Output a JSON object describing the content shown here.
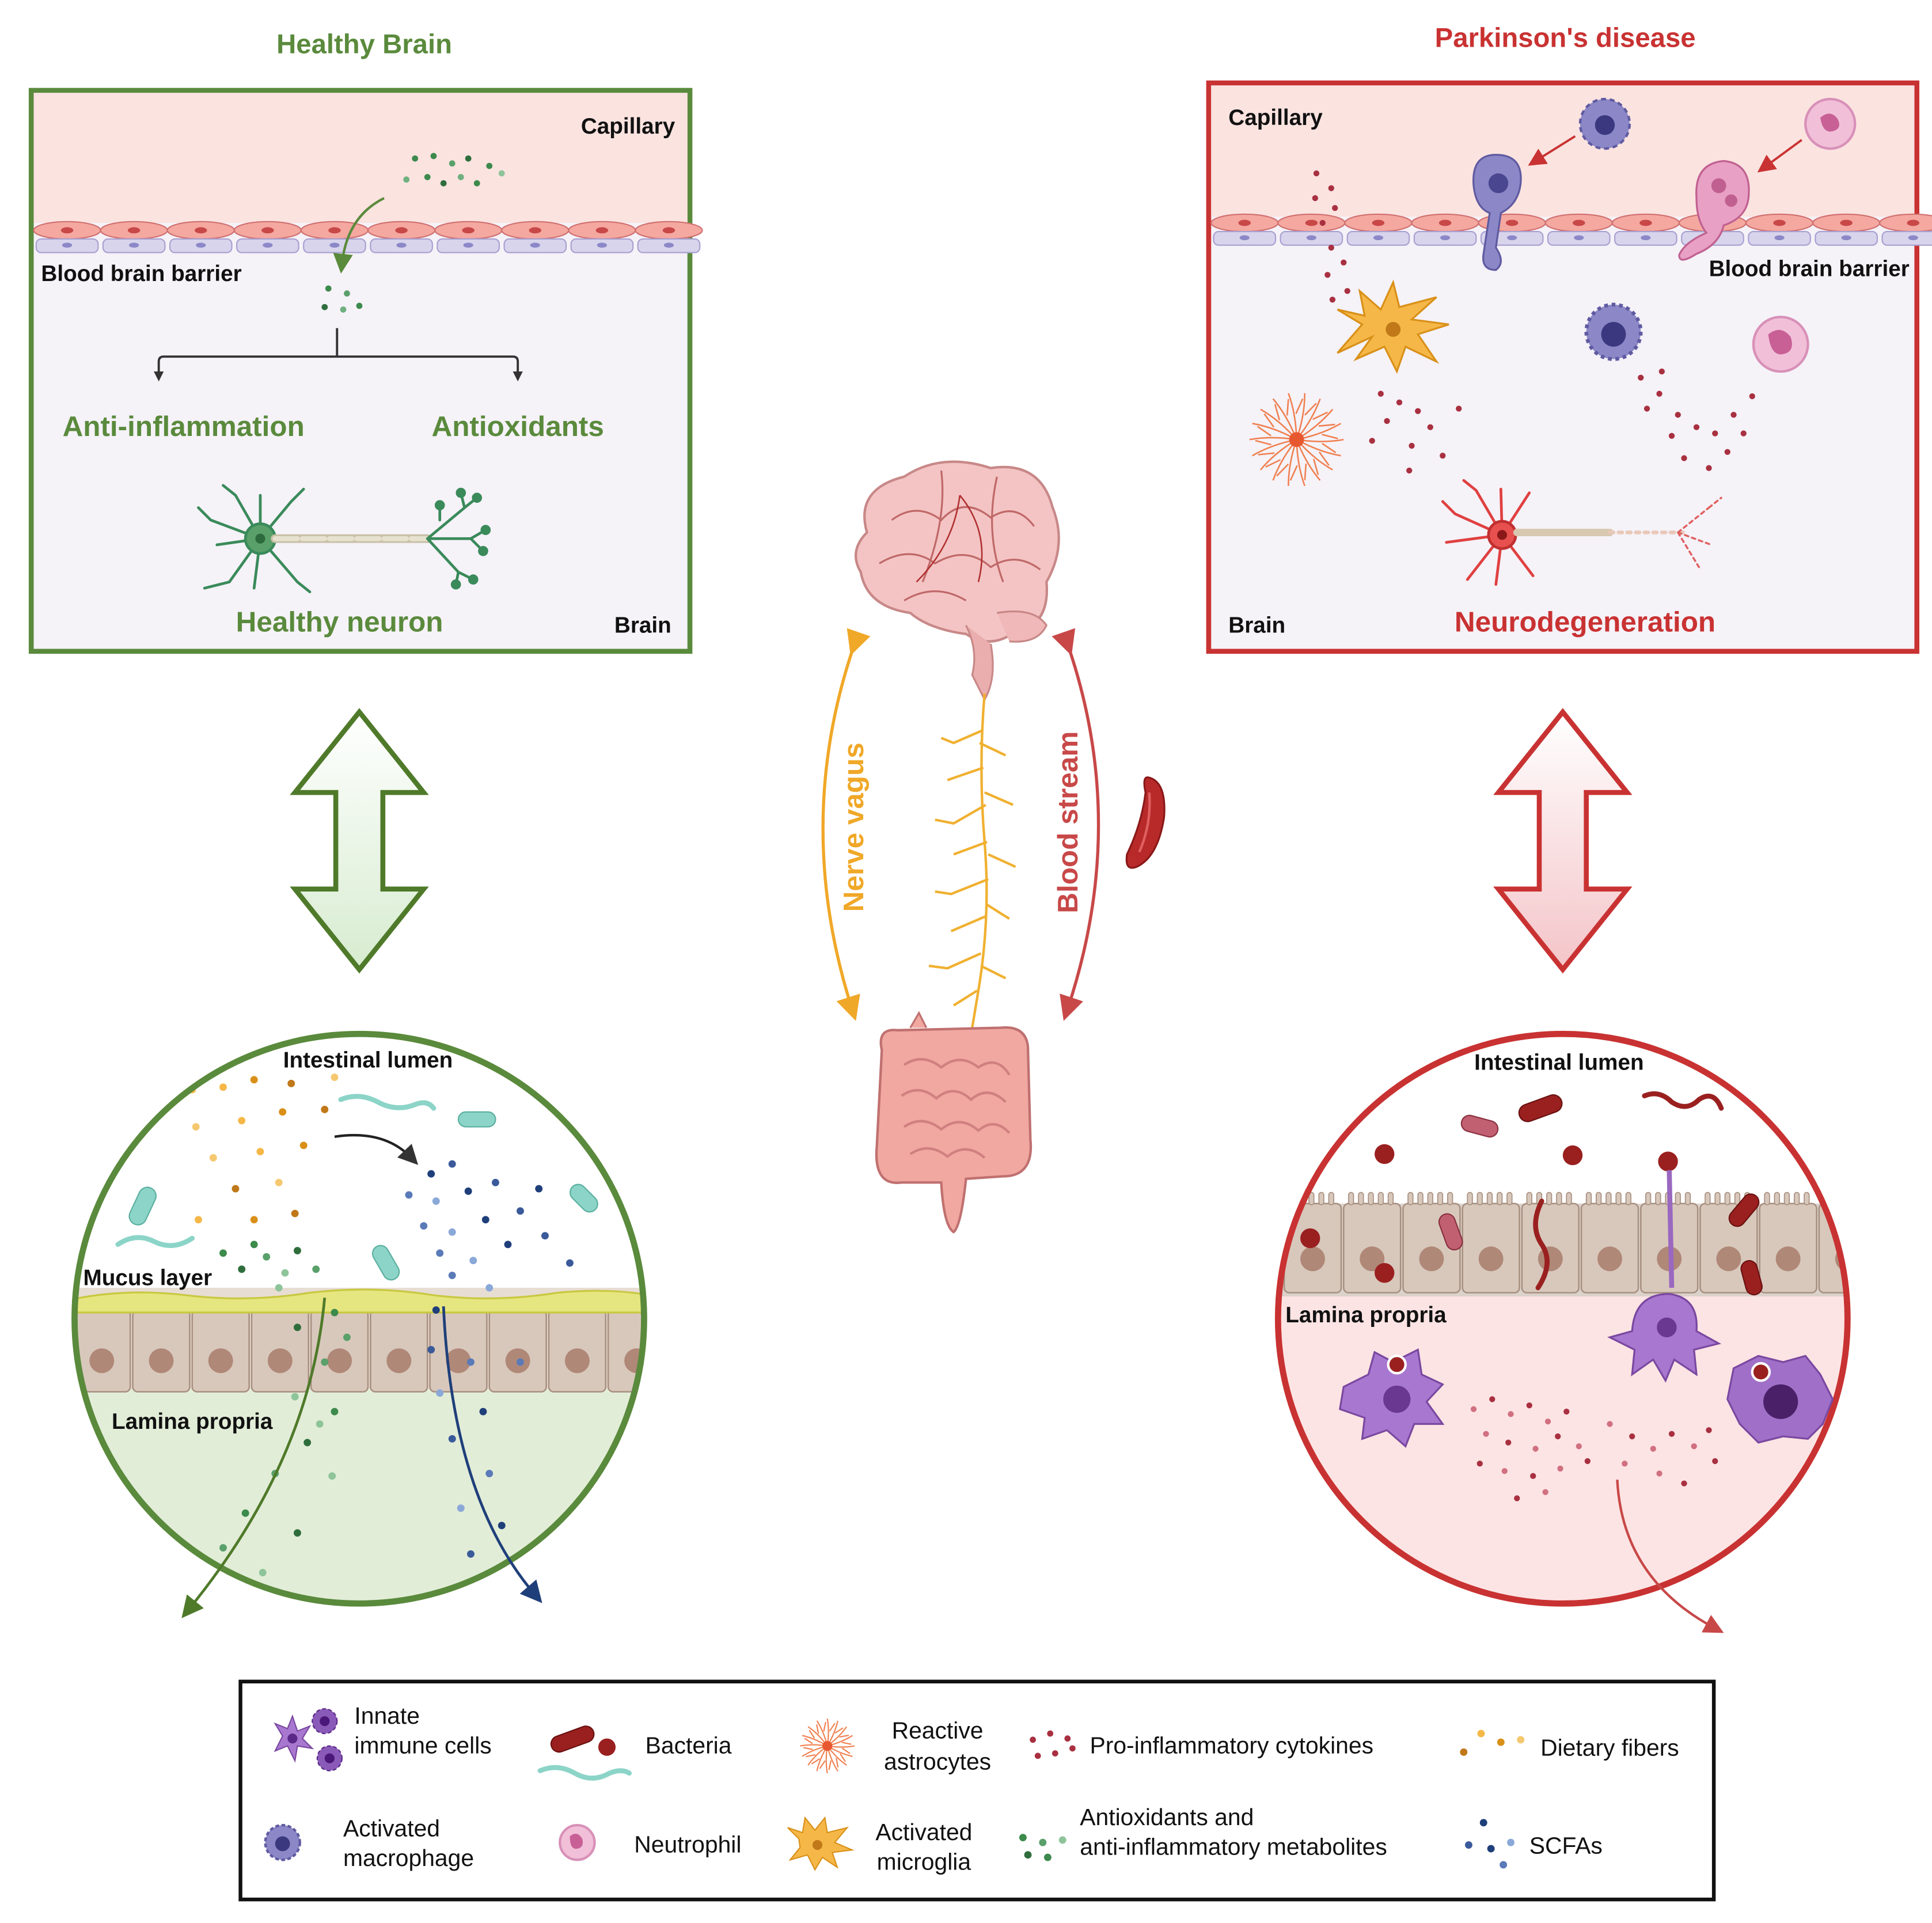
{
  "colors": {
    "healthy": "#5a8a3c",
    "healthy_dark": "#4f7a30",
    "disease": "#c93232",
    "vagus": "#f0a828",
    "blood": "#c84848",
    "capillary": "#fbe3e0",
    "brain_bg": "#f5f2f8",
    "scfa": "#1f3f7a",
    "lamina_healthy": "#e4eedb",
    "lamina_disease": "#fde4e4"
  },
  "healthy": {
    "title": "Healthy Brain",
    "capillary": "Capillary",
    "bbb": "Blood brain barrier",
    "anti_inflammation": "Anti-inflammation",
    "antioxidants": "Antioxidants",
    "neuron": "Healthy neuron",
    "brain": "Brain",
    "lumen": "Intestinal lumen",
    "mucus": "Mucus layer",
    "lamina": "Lamina propria"
  },
  "disease": {
    "title": "Parkinson's disease",
    "capillary": "Capillary",
    "bbb": "Blood brain barrier",
    "brain": "Brain",
    "neurodegeneration": "Neurodegeneration",
    "lumen": "Intestinal lumen",
    "lamina": "Lamina propria"
  },
  "center": {
    "vagus": "Nerve vagus",
    "blood": "Blood stream"
  },
  "legend": {
    "innate_1": "Innate",
    "innate_2": "immune cells",
    "bacteria": "Bacteria",
    "astro_1": "Reactive",
    "astro_2": "astrocytes",
    "cytokines": "Pro-inflammatory cytokines",
    "fibers": "Dietary fibers",
    "macro_1": "Activated",
    "macro_2": "macrophage",
    "neutrophil": "Neutrophil",
    "microglia_1": "Activated",
    "microglia_2": "microglia",
    "anti_1": "Antioxidants and",
    "anti_2": "anti-inflammatory metabolites",
    "scfas": "SCFAs"
  },
  "icons": [
    "neuron-icon",
    "brain-icon",
    "intestine-icon",
    "red-blood-cell-icon",
    "macrophage-icon",
    "neutrophil-icon",
    "astrocyte-icon",
    "microglia-icon",
    "bacteria-icon"
  ]
}
